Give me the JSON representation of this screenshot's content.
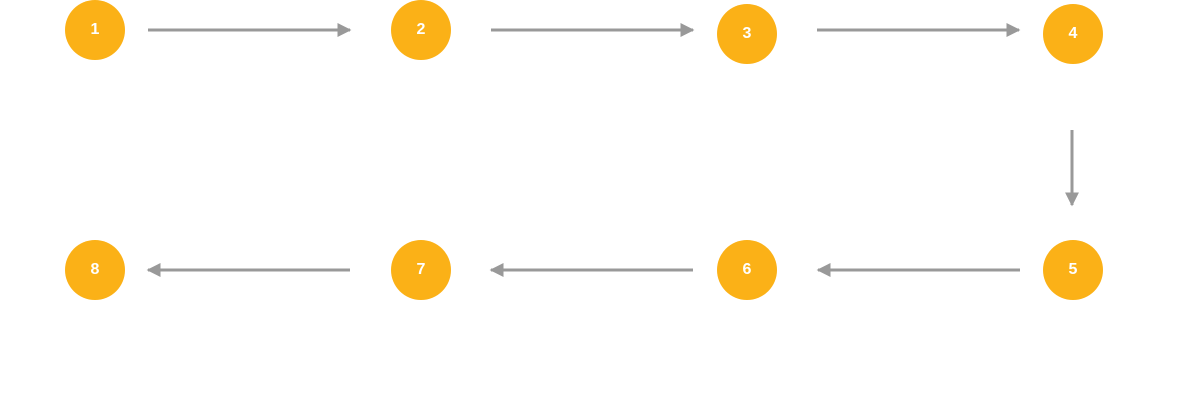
{
  "diagram": {
    "colors": {
      "node_fill": "#FBB117",
      "node_text": "#FFFFFF",
      "arrow": "#999999",
      "background": "#FFFFFF"
    },
    "nodes": [
      {
        "label": "1"
      },
      {
        "label": "2"
      },
      {
        "label": "3"
      },
      {
        "label": "4"
      },
      {
        "label": "5"
      },
      {
        "label": "6"
      },
      {
        "label": "7"
      },
      {
        "label": "8"
      }
    ],
    "edges": [
      {
        "from": "1",
        "to": "2"
      },
      {
        "from": "2",
        "to": "3"
      },
      {
        "from": "3",
        "to": "4"
      },
      {
        "from": "4",
        "to": "5"
      },
      {
        "from": "5",
        "to": "6"
      },
      {
        "from": "6",
        "to": "7"
      },
      {
        "from": "7",
        "to": "8"
      }
    ]
  }
}
